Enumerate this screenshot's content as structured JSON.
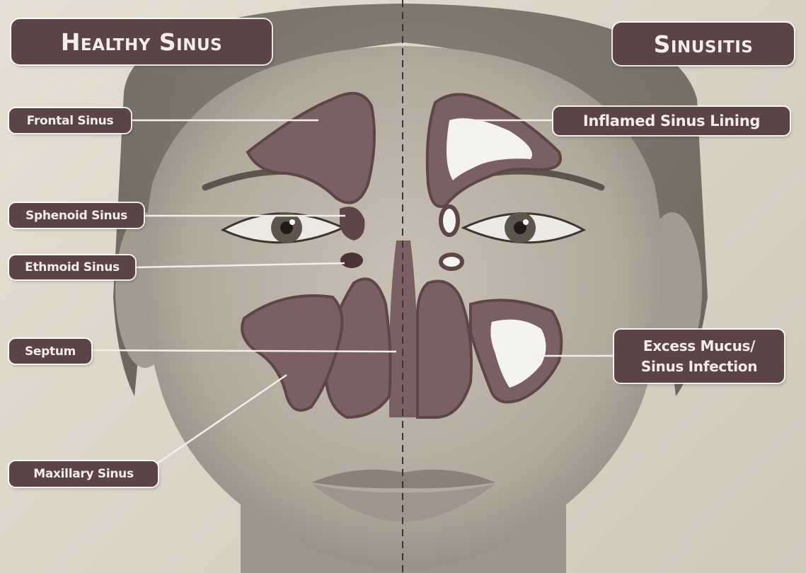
{
  "panels": {
    "left_title": "Healthy Sinus",
    "right_title": "Sinusitis"
  },
  "left_labels": {
    "frontal": "Frontal Sinus",
    "sphenoid": "Sphenoid Sinus",
    "ethmoid": "Ethmoid Sinus",
    "septum": "Septum",
    "maxillary": "Maxillary Sinus"
  },
  "right_labels": {
    "inflamed": "Inflamed Sinus Lining",
    "excess_line1": "Excess Mucus/",
    "excess_line2": "Sinus Infection"
  },
  "colors": {
    "label_bg": "#5a4446",
    "label_text": "#f4ecec",
    "sinus_fill": "#7a6062",
    "healthy_cavity": "#5e4648",
    "mucus_fill": "#f5f3f0"
  }
}
